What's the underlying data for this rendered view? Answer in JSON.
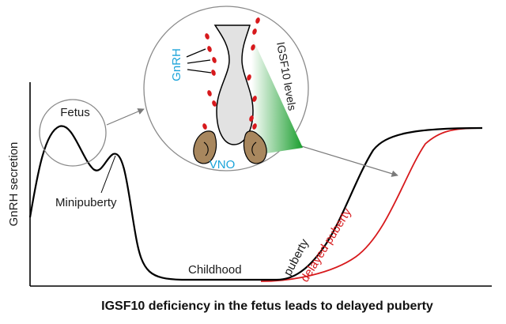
{
  "figure": {
    "caption": "IGSF10 deficiency in the fetus leads to delayed puberty",
    "y_axis_label": "GnRH secretion",
    "labels": {
      "fetus": "Fetus",
      "minipuberty": "Minipuberty",
      "childhood": "Childhood",
      "puberty": "puberty",
      "delayed_puberty": "delayed puberty"
    },
    "inset": {
      "gnrh_label": "GnRH",
      "gradient_label": "IGSF10 levels",
      "vno_label": "VNO"
    },
    "colors": {
      "normal_curve": "#000000",
      "delayed_curve": "#d7191c",
      "gnrh_neurons": "#d7191c",
      "gnrh_text": "#1aa3d9",
      "vno_text": "#1aa3d9",
      "igsf10_gradient_dark": "#1a9e2e",
      "igsf10_gradient_light": "#ffffff",
      "vno_organ": "#a8875e",
      "nasal_septum": "#e2e2e2",
      "circle_outline": "#8a8a8a"
    }
  }
}
